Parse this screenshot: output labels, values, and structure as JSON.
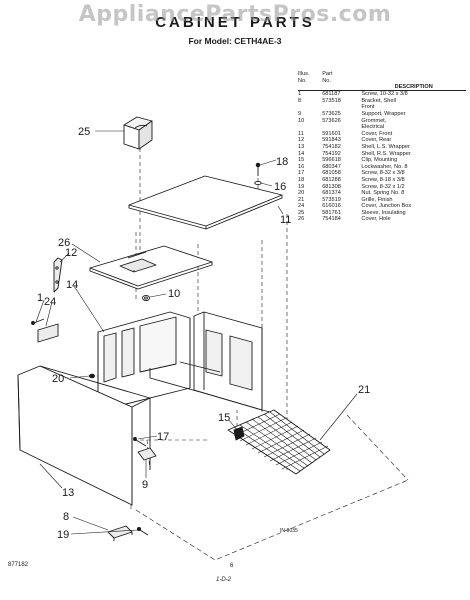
{
  "watermark": "AppliancePartsPros.com",
  "header": {
    "title": "CABINET PARTS",
    "model_line": "For Model: CETH4AE-3"
  },
  "parts_table": {
    "head_illus_line1": "Illus.",
    "head_illus_line2": "No.",
    "head_part_line1": "Part",
    "head_part_line2": "No.",
    "head_desc": "DESCRIPTION",
    "rows": [
      {
        "no": "1",
        "part": "681187",
        "desc": "Screw, 10-32 x 3/8"
      },
      {
        "no": "8",
        "part": "573518",
        "desc": "Bracket, Shell"
      },
      {
        "no": "",
        "part": "",
        "desc": "Front"
      },
      {
        "no": "9",
        "part": "573625",
        "desc": "Support, Wrapper"
      },
      {
        "no": "10",
        "part": "573626",
        "desc": "Grommet,"
      },
      {
        "no": "",
        "part": "",
        "desc": "Electrical"
      },
      {
        "no": "11",
        "part": "591601",
        "desc": "Cover, Front"
      },
      {
        "no": "12",
        "part": "591843",
        "desc": "Cover, Rear"
      },
      {
        "no": "13",
        "part": "754182",
        "desc": "Shell, L.S. Wrapper"
      },
      {
        "no": "14",
        "part": "754192",
        "desc": "Shell, R.S. Wrapper"
      },
      {
        "no": "15",
        "part": "596618",
        "desc": "Clip, Mounting"
      },
      {
        "no": "16",
        "part": "680347",
        "desc": "Lockwasher, No. 8"
      },
      {
        "no": "17",
        "part": "681058",
        "desc": "Screw, 8-32 x 3/8"
      },
      {
        "no": "18",
        "part": "681288",
        "desc": "Screw, 8-18 x 3/8"
      },
      {
        "no": "19",
        "part": "681308",
        "desc": "Screw, 8-32 x 1/2"
      },
      {
        "no": "20",
        "part": "681374",
        "desc": "Nut, Spring No. 8"
      },
      {
        "no": "21",
        "part": "573519",
        "desc": "Grille, Finish"
      },
      {
        "no": "24",
        "part": "616016",
        "desc": "Cover, Junction Box"
      },
      {
        "no": "25",
        "part": "581761",
        "desc": "Sleeve, Insulating"
      },
      {
        "no": "26",
        "part": "754184",
        "desc": "Cover, Hole"
      }
    ]
  },
  "callouts": {
    "c25": "25",
    "c18": "18",
    "c16": "16",
    "c11": "11",
    "c26": "26",
    "c12": "12",
    "c14": "14",
    "c10": "10",
    "c1": "1",
    "c24": "24",
    "c20": "20",
    "c21": "21",
    "c15": "15",
    "c17": "17",
    "c9": "9",
    "c13": "13",
    "c8": "8",
    "c19": "19"
  },
  "footer": {
    "left_code": "877182",
    "page": "6",
    "bottom_mark": "1-D-2",
    "ref_code": "IN-9035"
  },
  "colors": {
    "ink": "#1a1a1a",
    "paper": "#ffffff",
    "watermark": "#969696"
  }
}
